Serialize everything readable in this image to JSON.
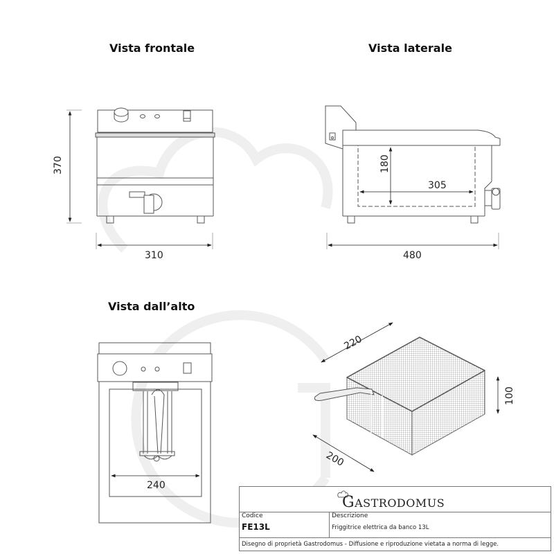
{
  "views": {
    "front": {
      "title": "Vista frontale",
      "width_dim": "310",
      "height_dim": "370"
    },
    "side": {
      "title": "Vista laterale",
      "depth_dim": "480",
      "tank_height_dim": "180",
      "tank_length_dim": "305"
    },
    "top": {
      "title": "Vista dall’alto",
      "tank_width_dim": "240"
    },
    "basket": {
      "length_dim": "220",
      "width_dim": "200",
      "height_dim": "100"
    }
  },
  "title_block": {
    "brand": "GASTRODOMUS",
    "brand_initial": "G",
    "brand_rest": "ASTRODOMUS",
    "code_label": "Codice",
    "code_value": "FE13L",
    "description_label": "Descrizione",
    "description_value": "Friggitrice elettrica da banco 13L",
    "footer": "Disegno di proprietà Gastrodomus -  Diffusione e riproduzione vietata a norma di legge."
  },
  "colors": {
    "line": "#555555",
    "watermark": "#eeeeee",
    "text": "#111111"
  }
}
